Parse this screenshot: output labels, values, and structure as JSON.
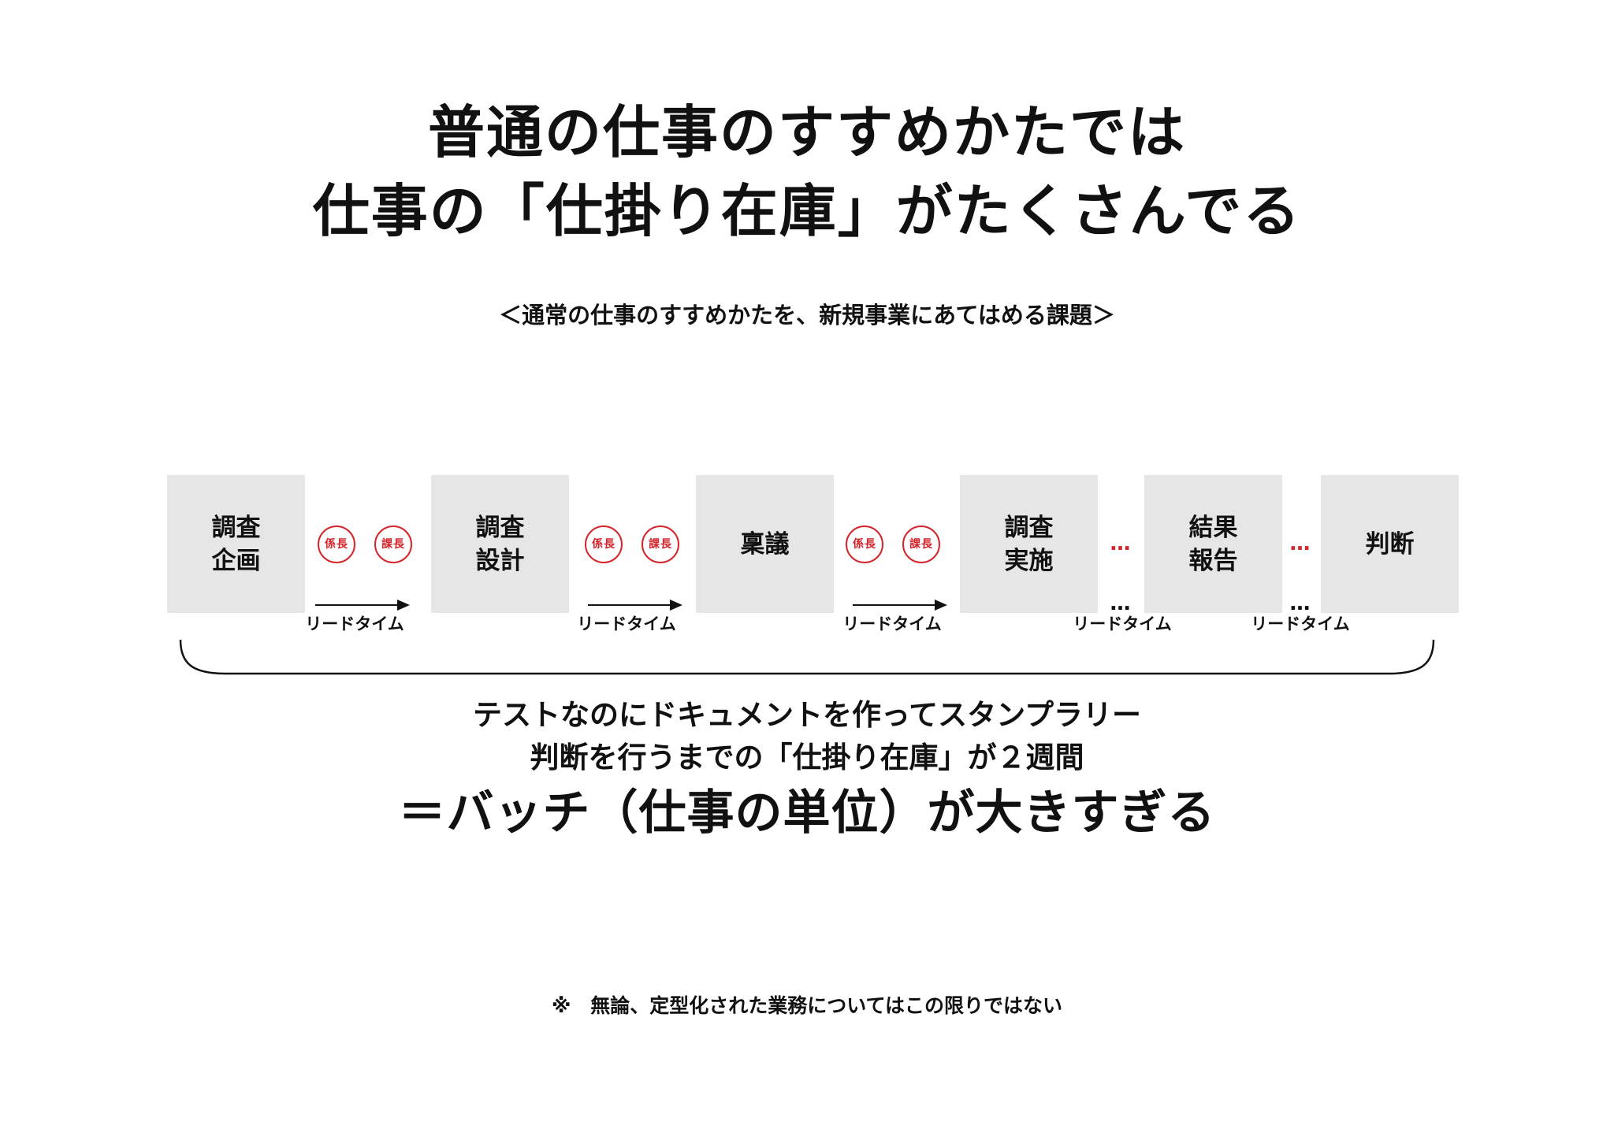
{
  "title": {
    "line1": "普通の仕事のすすめかたでは",
    "line2": "仕事の「仕掛り在庫」がたくさんでる"
  },
  "subtitle": "＜通常の仕事のすすめかたを、新規事業にあてはめる課題＞",
  "process": {
    "steps": [
      {
        "line1": "調査",
        "line2": "企画"
      },
      {
        "line1": "調査",
        "line2": "設計"
      },
      {
        "line1": "稟議",
        "line2": ""
      },
      {
        "line1": "調査",
        "line2": "実施"
      },
      {
        "line1": "結果",
        "line2": "報告"
      },
      {
        "line1": "判断",
        "line2": ""
      }
    ],
    "stamps": [
      "係長",
      "課長",
      "係長",
      "課長",
      "係長",
      "課長"
    ],
    "lead_time_label": "リードタイム",
    "ellipsis": "…",
    "colors": {
      "box": "#e6e6e6",
      "stamp": "#d2262c",
      "text": "#111111"
    }
  },
  "conclusion": {
    "line1": "テストなのにドキュメントを作ってスタンプラリー",
    "line2": "判断を行うまでの「仕掛り在庫」が２週間",
    "line3": "＝バッチ（仕事の単位）が大きすぎる"
  },
  "footnote": "※　無論、定型化された業務についてはこの限りではない"
}
